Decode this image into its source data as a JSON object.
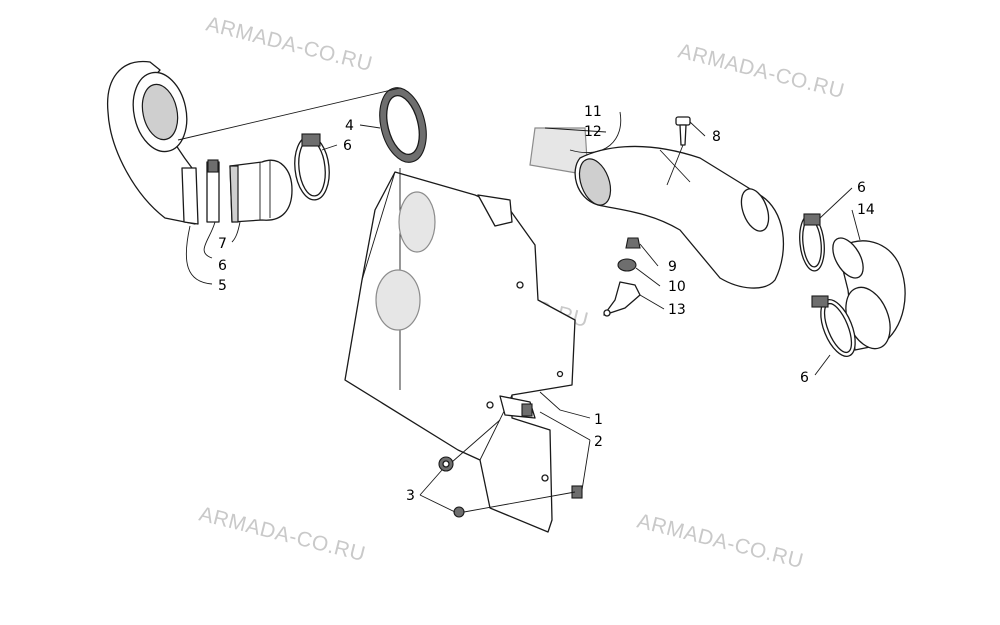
{
  "watermarks": [
    "ARMADA-CO.RU",
    "ARMADA-CO.RU",
    "ARMADA-CO.RU",
    "ARMADA-CO.RU",
    "ARMADA-CO.RU"
  ],
  "callouts": [
    "1",
    "2",
    "3",
    "4",
    "5",
    "6",
    "6",
    "6",
    "6",
    "7",
    "8",
    "9",
    "10",
    "11",
    "12",
    "13",
    "14"
  ],
  "colors": {
    "line": "#1a1a1a",
    "shade": "#cfcfcf",
    "watermark": "#c9c9c9",
    "background": "#ffffff"
  }
}
